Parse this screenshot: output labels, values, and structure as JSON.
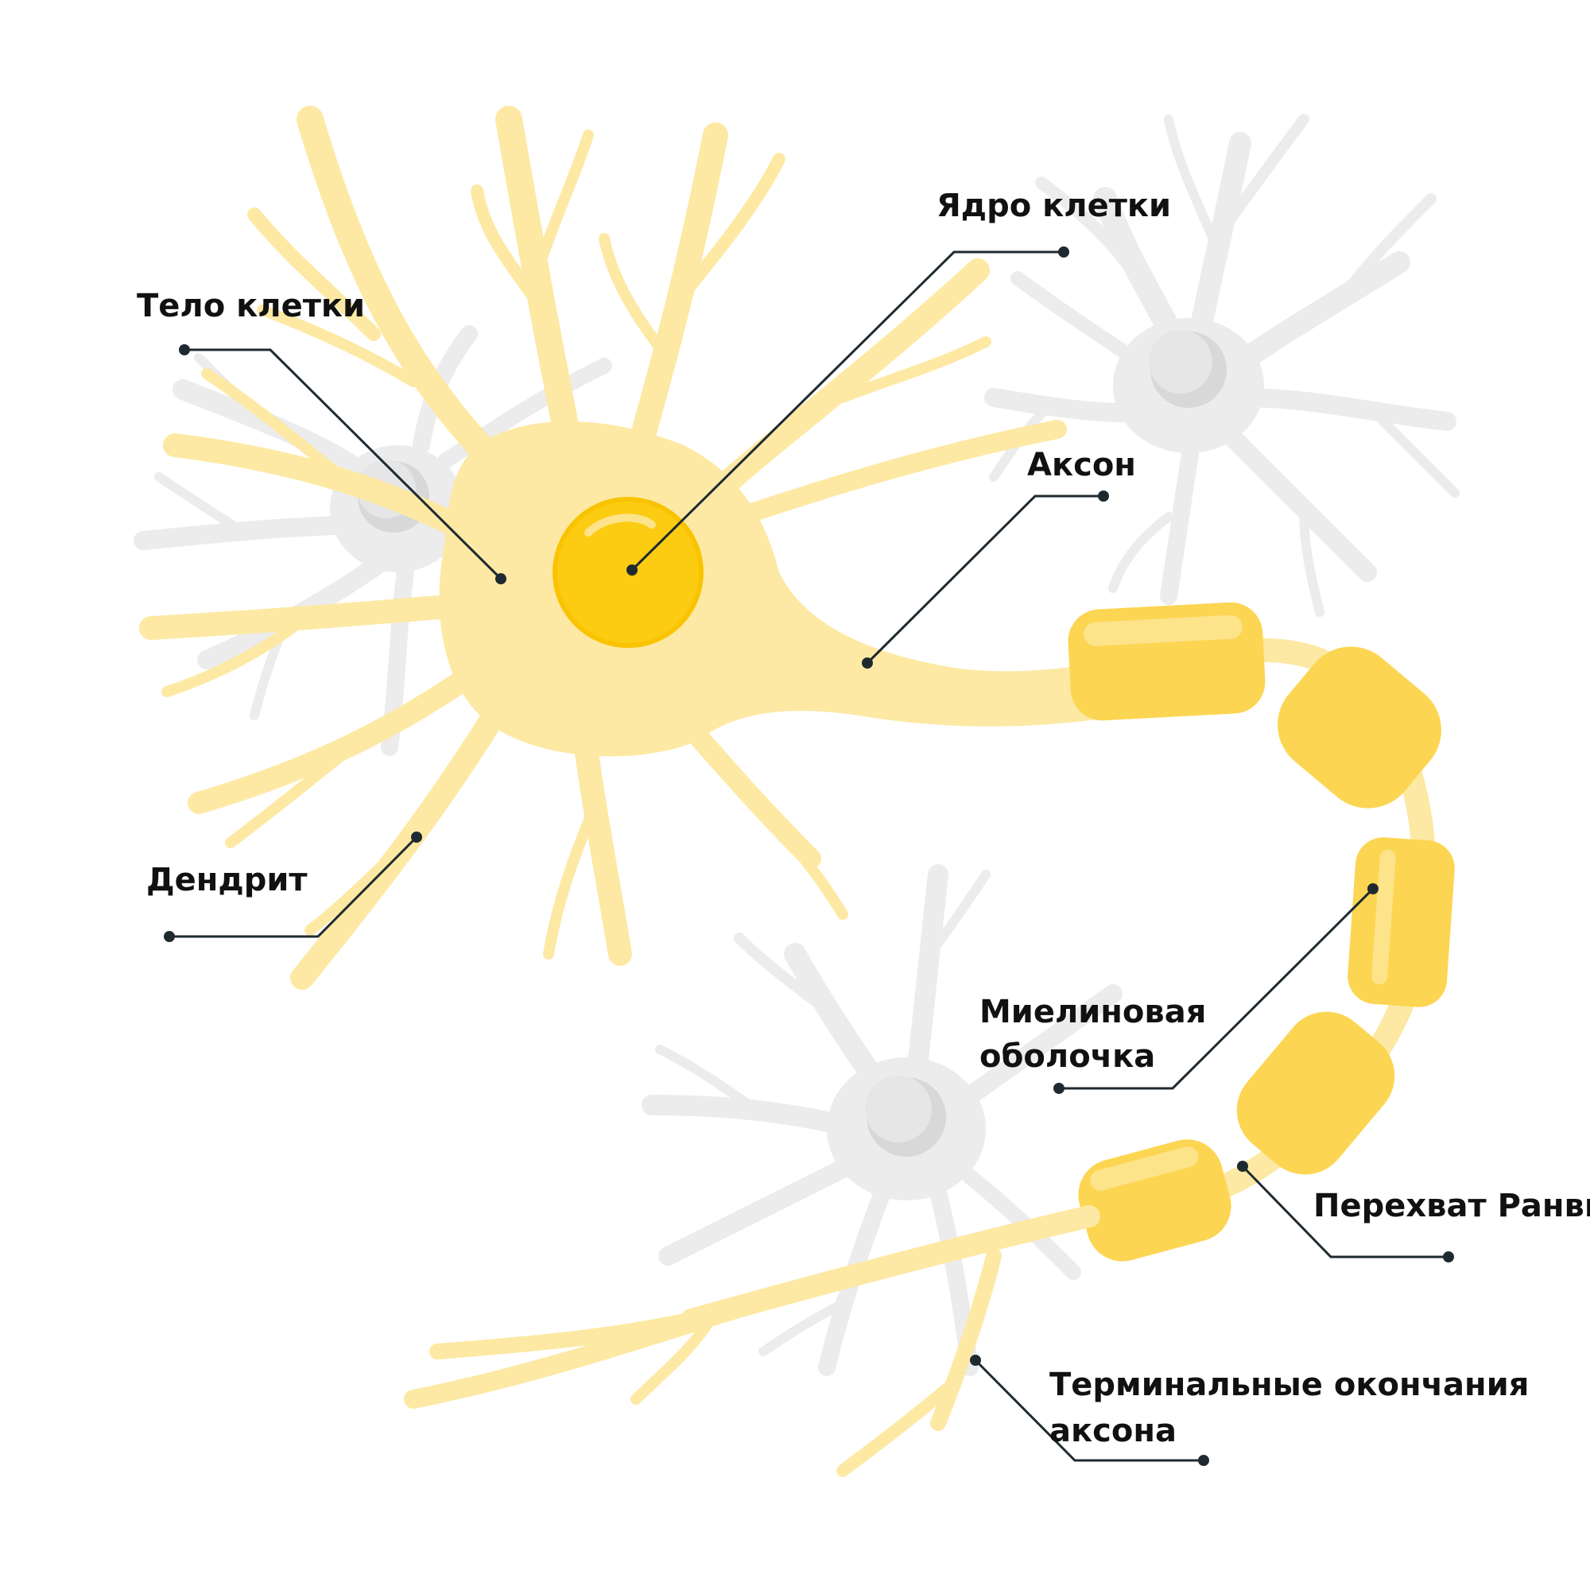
{
  "labels": {
    "nucleus": "Ядро клетки",
    "cell_body": "Тело клетки",
    "axon": "Аксон",
    "dendrite": "Дендрит",
    "myelin_line1": "Миелиновая",
    "myelin_line2": "оболочка",
    "ranvier": "Перехват Ранвье",
    "terminal_line1": "Терминальные окончания",
    "terminal_line2": "аксона"
  },
  "colors": {
    "neuron_fill": "#fde9a4",
    "neuron_stroke": "#f7d97a",
    "nucleus_fill": "#fccc12",
    "myelin_fill": "#fcd552",
    "myelin_highlight": "#fde38a",
    "background_neuron": "#ececec",
    "background_nucleus": "#d8d8d8",
    "leader_line": "#1f2a30"
  }
}
